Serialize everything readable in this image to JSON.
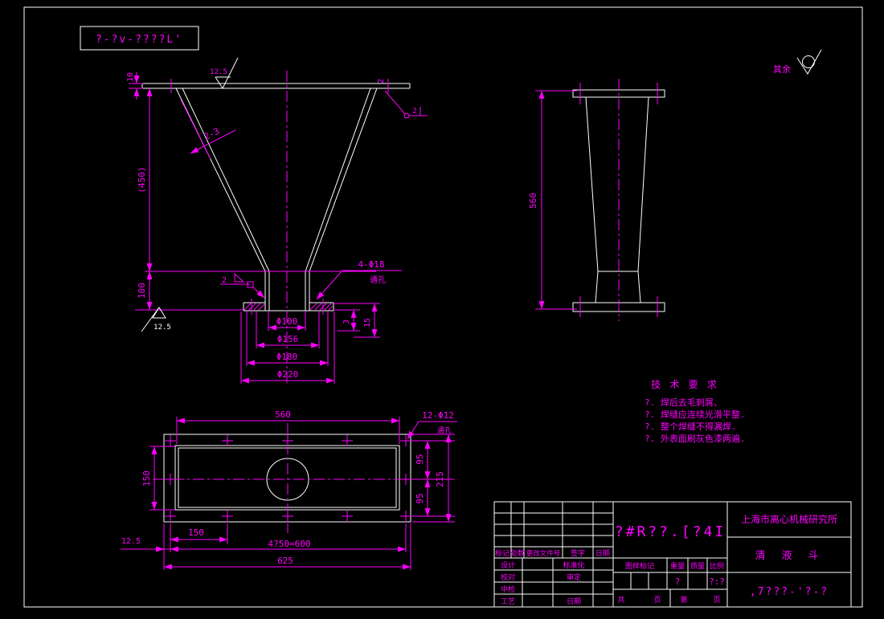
{
  "colors": {
    "bg": "#000000",
    "line": "#ffffff",
    "accent": "#ff00ff"
  },
  "top_left_code": "?-?v-????L'",
  "finish": {
    "other": "其余"
  },
  "front": {
    "surface_top": "12.5",
    "dim_10": "10",
    "dim_450": "(450)",
    "dim_100": "100",
    "weld_seam": "2-3",
    "weld_left": "2",
    "weld_right_dim": "2",
    "weld_right": "2",
    "holes": "4-Φ18",
    "holes_note": "通孔",
    "dia1": "Φ100",
    "dia2": "Φ156",
    "dia3": "Φ180",
    "dia4": "Φ220",
    "dim_3": "3",
    "dim_15": "15",
    "surface_bottom": "12.5"
  },
  "side": {
    "dim_560": "560"
  },
  "plan": {
    "dim_560": "560",
    "holes": "12-Φ12",
    "holes_note": "通孔",
    "dim_95a": "95",
    "dim_95b": "95",
    "dim_215": "215",
    "dim_150_left": "150",
    "dim_12_5": "12.5",
    "dim_150_bottom": "150",
    "dim_pitch": "4?50=600",
    "dim_625": "625"
  },
  "tech": {
    "title": "技 术 要 求",
    "lines": [
      "?. 焊后去毛刺屑、",
      "?. 焊缝应连续光滑平整.",
      "?. 整个焊缝不得漏焊.",
      "?. 外表面刷灰色漆两遍."
    ]
  },
  "title_block": {
    "rev_headers": [
      "标记",
      "处数",
      "更改文件号",
      "签字",
      "日期"
    ],
    "rows": [
      [
        "设计",
        "标准化"
      ],
      [
        "校对",
        "审定"
      ],
      [
        "中检",
        ""
      ],
      [
        "工艺",
        "日期"
      ]
    ],
    "drawing_code": "?#R??.[?4I",
    "stamp_header": "图样标记",
    "weight_header": "重量",
    "mass_header": "质量",
    "scale_header": "比例",
    "weight_value": "?",
    "scale_value": "?:?",
    "sheet": {
      "total_label": "共",
      "page_label": "页",
      "no_label": "第",
      "page_label2": "页"
    },
    "company": "上海市离心机械研究所",
    "part_name": "清 液 斗",
    "part_code": ",7???-'?-?"
  }
}
